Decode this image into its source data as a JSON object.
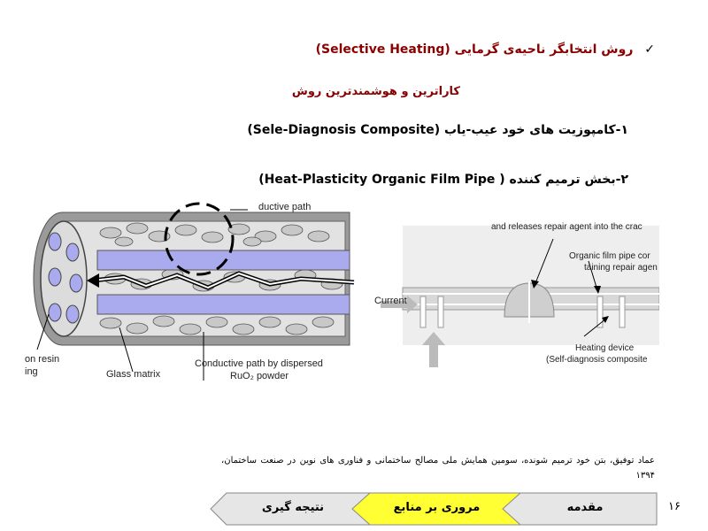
{
  "heading": {
    "check": "✓",
    "text": "روش انتخابگر ناحیه‌ی گرمایی (Selective Heating)"
  },
  "subheading": "کاراترین و هوشمندترین روش",
  "items": [
    "۱-کامپوزیت های خود عیب-یاب (Sele-Diagnosis Composite)",
    "۲-بخش ترمیم کننده ( Heat-Plasticity Organic Film Pipe)"
  ],
  "left_diagram": {
    "labels": {
      "top": "ductive path",
      "resin": "on resin",
      "resin2": "ing",
      "glass": "Glass matrix",
      "conductive": "Conductive path by dispersed",
      "ruo2": "RuO₂ powder"
    }
  },
  "right_diagram": {
    "labels": {
      "releases": "and releases repair agent into the crac",
      "film1": "Organic film pipe cor",
      "film2": "taining repair agen",
      "current": "Current",
      "heating1": "Heating device",
      "heating2": "(Self-diagnosis composite"
    }
  },
  "reference": "عماد توفیق، بتن خود ترمیم شونده، سومین همایش ملی مصالح ساختمانی و فناوری های نوین در صنعت ساختمان، ۱۳۹۴",
  "slide_number": "۱۶",
  "nav": [
    {
      "label": "مقدمه",
      "active": false
    },
    {
      "label": "مروری بر منابع",
      "active": true
    },
    {
      "label": "نتیجه گیری",
      "active": false
    }
  ],
  "colors": {
    "heading": "#8b0000",
    "nav_active": "#ffff33",
    "nav_inactive": "#e6e6e6",
    "fiber": "#aaaaee"
  }
}
